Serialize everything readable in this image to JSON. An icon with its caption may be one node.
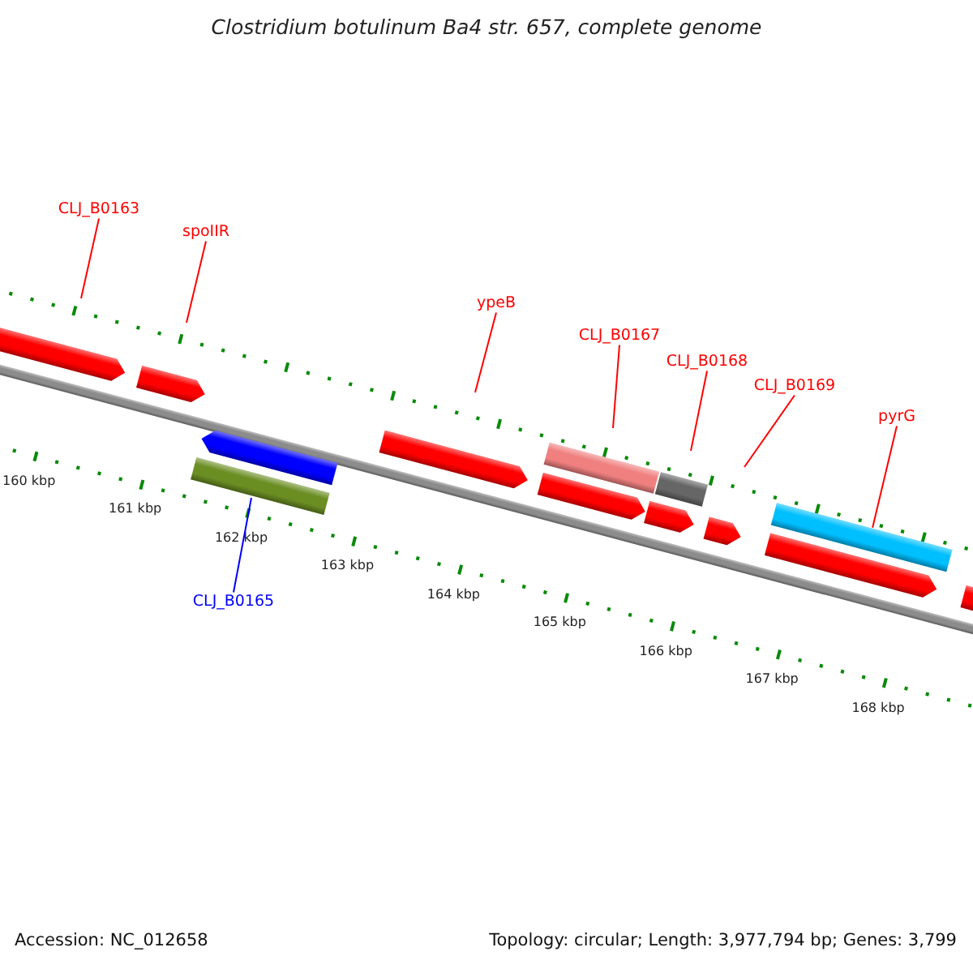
{
  "diagram": {
    "title": "Clostridium botulinum Ba4 str. 657, complete genome",
    "nodes": [
      {
        "text": [
          "CLJ_B0163"
        ]
      },
      {
        "text": [
          "spoIIR"
        ]
      },
      {
        "text": [
          "ypeB"
        ]
      },
      {
        "text": [
          "CLJ_B0167"
        ]
      },
      {
        "text": [
          "CLJ_B0168"
        ]
      },
      {
        "text": [
          "CLJ_B0169"
        ]
      },
      {
        "text": [
          "pyrG"
        ]
      },
      {
        "text": [
          "CLJ_B0165"
        ]
      },
      {
        "text": [],
        "shape": "bar"
      }
    ],
    "edges": [
      {
        "from": 0,
        "to": null,
        "arrow": "none"
      },
      {
        "from": 1,
        "to": null,
        "arrow": "none"
      },
      {
        "from": 2,
        "to": null,
        "arrow": "none"
      },
      {
        "from": 3,
        "to": null,
        "arrow": "none"
      },
      {
        "from": 4,
        "to": null,
        "arrow": "none"
      },
      {
        "from": 5,
        "to": null,
        "arrow": "none"
      },
      {
        "from": 6,
        "to": 8,
        "arrow": "none"
      },
      {
        "from": 7,
        "to": null,
        "arrow": "none",
        "color": "#0000ff"
      }
    ],
    "labels": [
      "160 kbp",
      "161 kbp",
      "162 kbp",
      "163 kbp",
      "164 kbp",
      "165 kbp",
      "166 kbp",
      "167 kbp",
      "168 kbp",
      "Accession: NC_012658",
      "Topology: circular; Length: 3,977,794 bp; Genes: 3,799"
    ]
  }
}
